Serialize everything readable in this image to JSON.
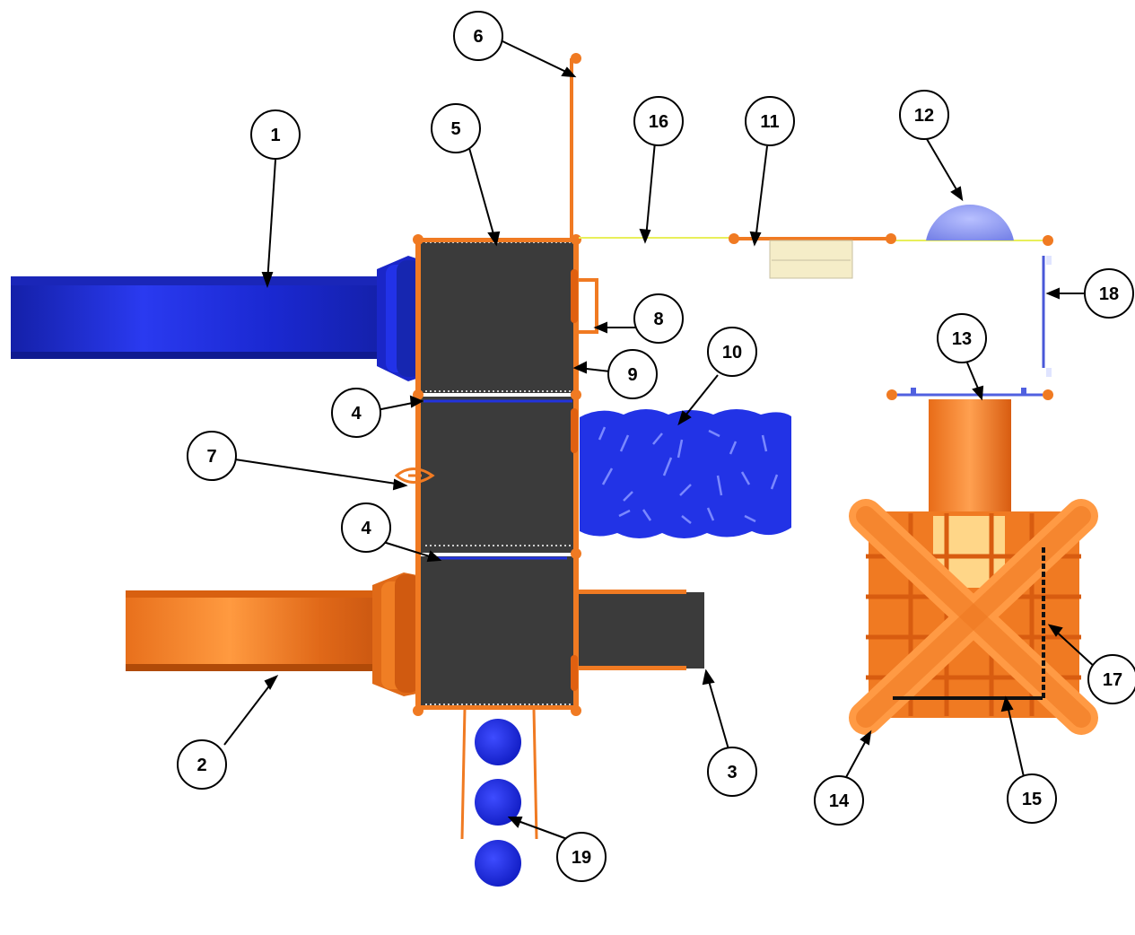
{
  "colors": {
    "orange": "#f07a22",
    "orange_dark": "#d45f10",
    "blue": "#1f2ee0",
    "blue_dark": "#1420a8",
    "deck": "#3a3a3a",
    "lavender": "#9aa6f0",
    "cream": "#f5edc8",
    "yellow_line": "#e8ef5a"
  },
  "callouts": [
    {
      "label": "1"
    },
    {
      "label": "2"
    },
    {
      "label": "3"
    },
    {
      "label": "4"
    },
    {
      "label": "4"
    },
    {
      "label": "5"
    },
    {
      "label": "6"
    },
    {
      "label": "7"
    },
    {
      "label": "8"
    },
    {
      "label": "9"
    },
    {
      "label": "10"
    },
    {
      "label": "11"
    },
    {
      "label": "12"
    },
    {
      "label": "13"
    },
    {
      "label": "14"
    },
    {
      "label": "15"
    },
    {
      "label": "16"
    },
    {
      "label": "17"
    },
    {
      "label": "18"
    },
    {
      "label": "19"
    }
  ]
}
